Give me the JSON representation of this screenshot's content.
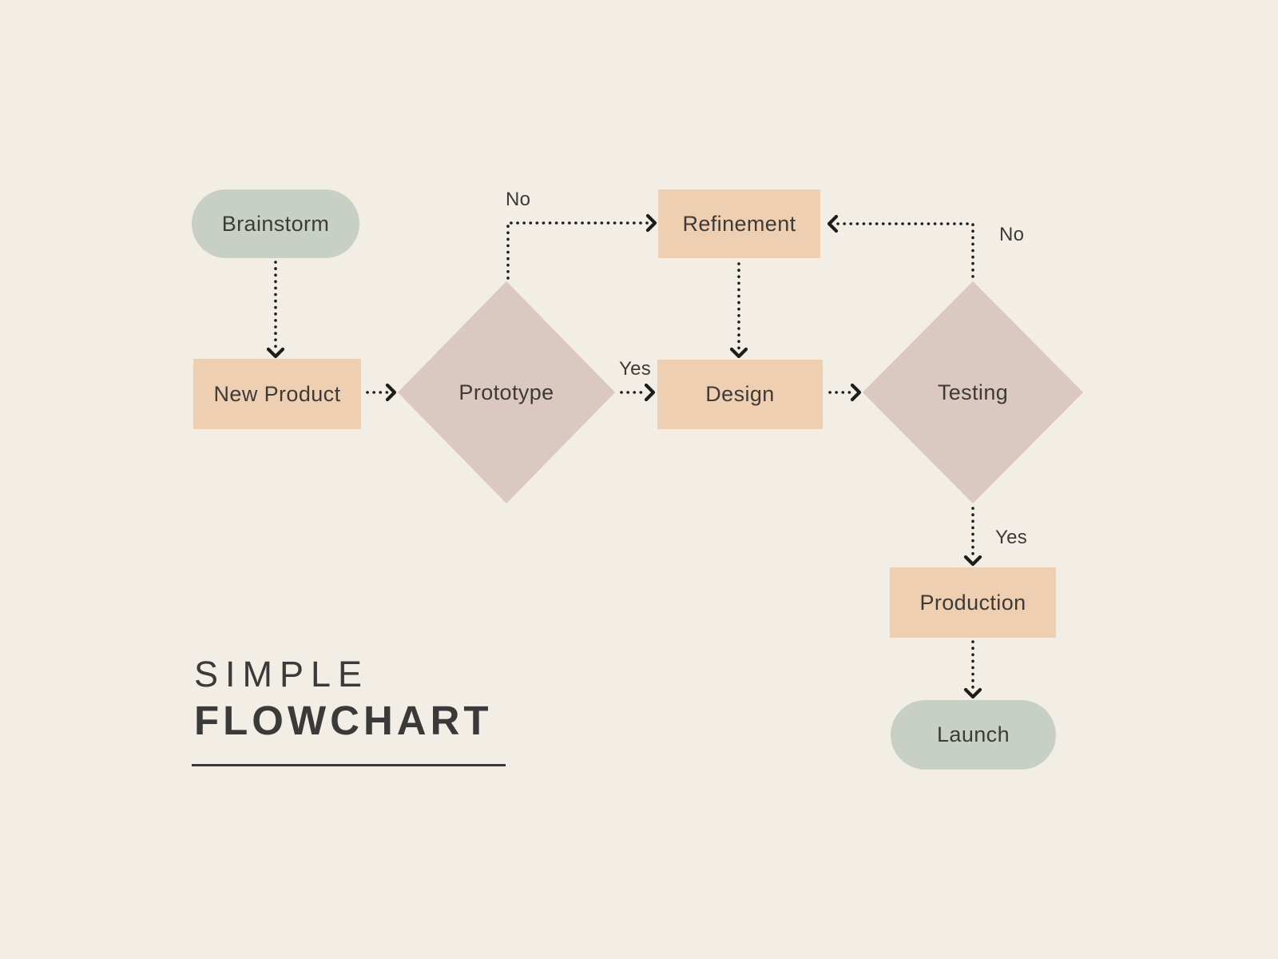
{
  "title": {
    "line1": "SIMPLE",
    "line2": "FLOWCHART"
  },
  "colors": {
    "background": "#f2ede5",
    "pill_green": "#c8d0c6",
    "rect_peach": "#efcfb2",
    "diamond_mauve": "#dbc8c0",
    "text": "#3e3a37",
    "connector": "#1d1d1d",
    "title_text": "#3a3a3a"
  },
  "nodes": [
    {
      "id": "brainstorm",
      "label": "Brainstorm",
      "shape": "pill"
    },
    {
      "id": "new-product",
      "label": "New Product",
      "shape": "rect"
    },
    {
      "id": "prototype",
      "label": "Prototype",
      "shape": "diamond"
    },
    {
      "id": "refinement",
      "label": "Refinement",
      "shape": "rect"
    },
    {
      "id": "design",
      "label": "Design",
      "shape": "rect"
    },
    {
      "id": "testing",
      "label": "Testing",
      "shape": "diamond"
    },
    {
      "id": "production",
      "label": "Production",
      "shape": "rect"
    },
    {
      "id": "launch",
      "label": "Launch",
      "shape": "pill"
    }
  ],
  "edges": [
    {
      "id": "brainstorm-to-new-product",
      "from": "brainstorm",
      "to": "new-product",
      "label": ""
    },
    {
      "id": "new-product-to-prototype",
      "from": "new-product",
      "to": "prototype",
      "label": ""
    },
    {
      "id": "prototype-no-to-refinement",
      "from": "prototype",
      "to": "refinement",
      "label": "No"
    },
    {
      "id": "refinement-to-design",
      "from": "refinement",
      "to": "design",
      "label": ""
    },
    {
      "id": "prototype-yes-to-design",
      "from": "prototype",
      "to": "design",
      "label": "Yes"
    },
    {
      "id": "design-to-testing",
      "from": "design",
      "to": "testing",
      "label": ""
    },
    {
      "id": "testing-no-to-refinement",
      "from": "testing",
      "to": "refinement",
      "label": "No"
    },
    {
      "id": "testing-yes-to-production",
      "from": "testing",
      "to": "production",
      "label": "Yes"
    },
    {
      "id": "production-to-launch",
      "from": "production",
      "to": "launch",
      "label": ""
    }
  ]
}
